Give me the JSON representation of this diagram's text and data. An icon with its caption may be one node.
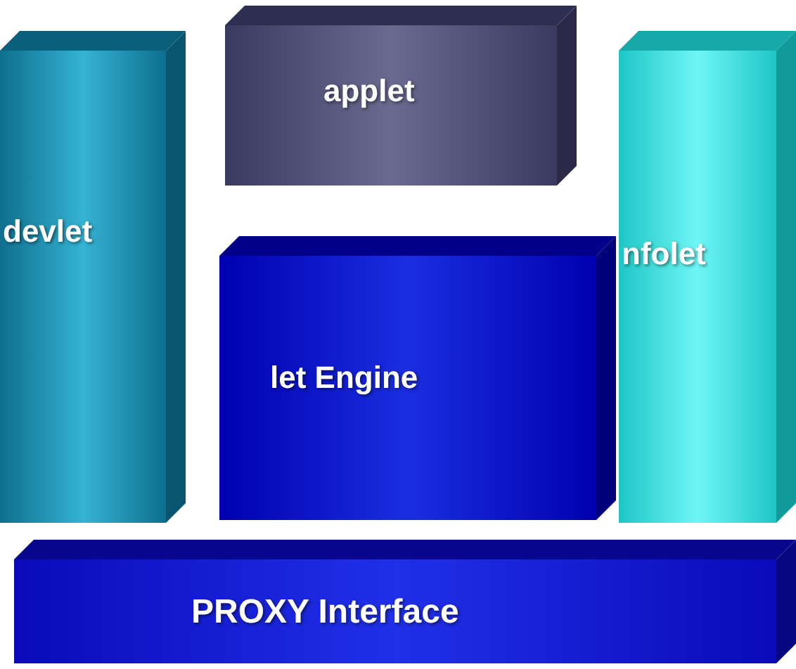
{
  "diagram": {
    "nodes": [
      {
        "text": [
          "devlet"
        ]
      },
      {
        "text": [
          "applet"
        ]
      },
      {
        "text": [
          "nfolet"
        ]
      },
      {
        "text": [
          "let Engine"
        ]
      },
      {
        "text": [
          "PROXY Interface"
        ]
      }
    ]
  }
}
